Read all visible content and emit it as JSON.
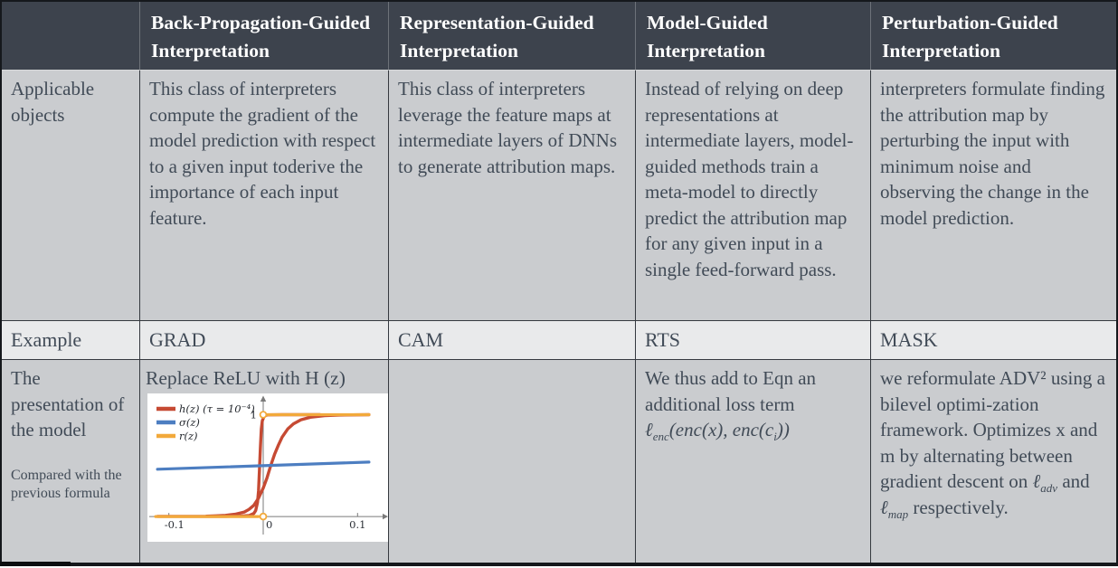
{
  "palette": {
    "header_bg": "#3d434d",
    "cell_bg": "#cacccf",
    "example_bg": "#e9eaeb",
    "text": "#414b57",
    "header_text": "#ffffff",
    "border": "#35393f",
    "chart_red": "#c64a33",
    "chart_blue": "#4d7ec1",
    "chart_yellow": "#f2a93b"
  },
  "header": {
    "corner": "",
    "columns": [
      "Back-Propagation-Guided Interpretation",
      "Representation-Guided Interpretation",
      "Model-Guided Interpretation",
      "Perturbation-Guided Interpretation"
    ]
  },
  "rows": {
    "applicable": {
      "label": "Applicable objects",
      "cells": [
        "This class of interpreters compute the gradient of the model prediction with respect to a given input toderive the importance of each input feature.",
        "This class of interpreters leverage the feature maps at intermediate layers of DNNs to generate attribution maps.",
        "Instead of relying on deep representations at intermediate layers, model-guided methods train a meta-model to directly predict the attribution map for any given input in a single feed-forward pass.",
        "interpreters formulate finding the attribution map by perturbing the input with minimum noise and observing the change in the model prediction."
      ]
    },
    "example": {
      "label": "Example",
      "cells": [
        "GRAD",
        "CAM",
        "RTS",
        "MASK"
      ]
    },
    "presentation": {
      "label": "The presentation of the model",
      "sublabel": "Compared with the previous formula",
      "bp_title": "Replace ReLU with H (z)",
      "rep_cell": "",
      "model_text": "We thus add to Eqn an additional loss term",
      "model_formula": {
        "ell": "ℓ",
        "ell_sub": "enc",
        "mid": "(enc(x), enc(c",
        "c_sub": "i",
        "end": "))"
      },
      "pert": {
        "t1": "we reformulate ADV² using a bilevel optimi-zation framework. Optimizes x and m by alternating between gradient descent on ",
        "l1": "ℓ",
        "l1_sub": "adv",
        "t2": " and ",
        "l2": "ℓ",
        "l2_sub": "map",
        "t3": " respectively."
      }
    }
  },
  "chart_data": {
    "type": "line",
    "title": "Replace ReLU with H (z)",
    "xlim": [
      -0.115,
      0.115
    ],
    "ylim": [
      -0.07,
      1.12
    ],
    "x_ticks": [
      {
        "v": -0.1,
        "label": "-0.1"
      },
      {
        "v": 0,
        "label": "0"
      },
      {
        "v": 0.1,
        "label": "0.1"
      }
    ],
    "y_ticks": [
      {
        "v": 1,
        "label": "1"
      }
    ],
    "legend_position": "top-left",
    "legend": [
      {
        "label": "h(z) (τ = 10⁻⁴)",
        "color": "#c64a33"
      },
      {
        "label": "σ(z)",
        "color": "#4d7ec1"
      },
      {
        "label": "r(z)",
        "color": "#f2a93b"
      }
    ],
    "marker_color": "#f2a93b",
    "markers": [
      {
        "x": 0,
        "y": 0
      },
      {
        "x": 0,
        "y": 1
      }
    ],
    "series": [
      {
        "name": "h(z) tau=1e-4 (near-step)",
        "color": "#c64a33",
        "width": 3.4,
        "points": [
          [
            -0.112,
            0.002
          ],
          [
            -0.04,
            0.002
          ],
          [
            -0.025,
            0.004
          ],
          [
            -0.015,
            0.01
          ],
          [
            -0.01,
            0.03
          ],
          [
            -0.008,
            0.06
          ],
          [
            -0.006,
            0.14
          ],
          [
            -0.005,
            0.25
          ],
          [
            -0.004,
            0.45
          ],
          [
            -0.003,
            0.68
          ],
          [
            -0.002,
            0.86
          ],
          [
            -0.001,
            0.94
          ],
          [
            0.001,
            0.985
          ],
          [
            0.004,
            0.998
          ],
          [
            0.02,
            1
          ],
          [
            0.06,
            1
          ]
        ]
      },
      {
        "name": "h(z) smooth sigmoid",
        "color": "#c64a33",
        "width": 3.4,
        "points": [
          [
            -0.06,
            0.004
          ],
          [
            -0.05,
            0.007
          ],
          [
            -0.04,
            0.012
          ],
          [
            -0.03,
            0.022
          ],
          [
            -0.02,
            0.045
          ],
          [
            -0.015,
            0.07
          ],
          [
            -0.01,
            0.11
          ],
          [
            -0.005,
            0.18
          ],
          [
            0,
            0.28
          ],
          [
            0.004,
            0.38
          ],
          [
            0.008,
            0.5
          ],
          [
            0.012,
            0.61
          ],
          [
            0.016,
            0.7
          ],
          [
            0.02,
            0.78
          ],
          [
            0.026,
            0.86
          ],
          [
            0.032,
            0.91
          ],
          [
            0.04,
            0.95
          ],
          [
            0.05,
            0.975
          ],
          [
            0.065,
            0.99
          ],
          [
            0.08,
            0.997
          ],
          [
            0.112,
            1
          ]
        ]
      },
      {
        "name": "sigma(z)",
        "color": "#4d7ec1",
        "width": 3.2,
        "points": [
          [
            -0.112,
            0.465
          ],
          [
            0.112,
            0.535
          ]
        ]
      },
      {
        "name": "r(z) low branch",
        "color": "#f2a93b",
        "width": 3.2,
        "points": [
          [
            -0.114,
            0
          ],
          [
            -0.005,
            0
          ]
        ]
      },
      {
        "name": "r(z) high branch",
        "color": "#f2a93b",
        "width": 3.2,
        "points": [
          [
            0.005,
            1
          ],
          [
            0.112,
            1
          ]
        ]
      }
    ]
  }
}
